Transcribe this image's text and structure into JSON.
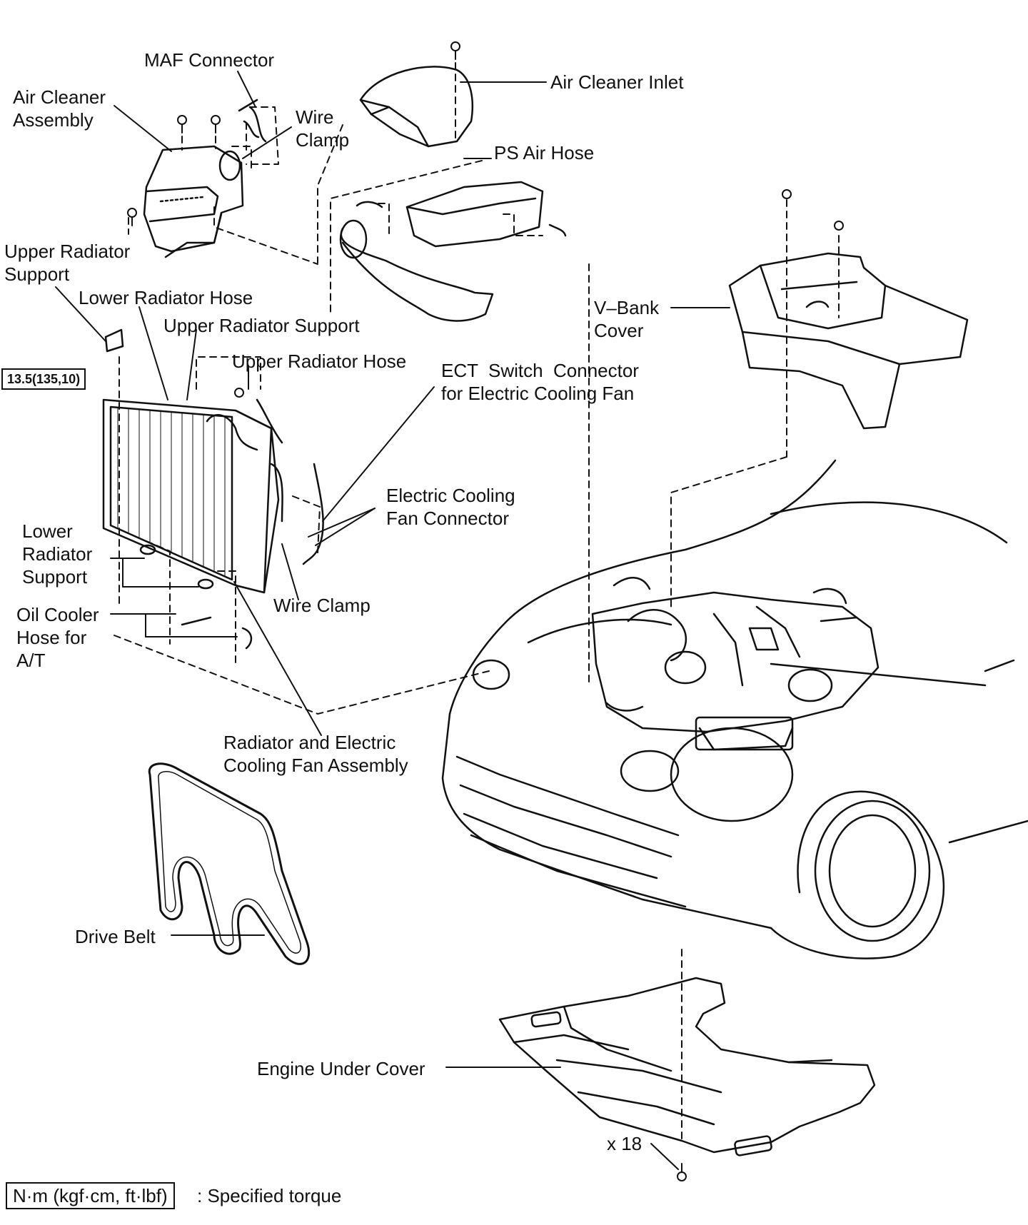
{
  "labels": {
    "maf_connector": "MAF Connector",
    "air_cleaner_assembly": "Air Cleaner\nAssembly",
    "wire_clamp_top": "Wire\nClamp",
    "air_cleaner_inlet": "Air Cleaner Inlet",
    "ps_air_hose": "PS Air Hose",
    "upper_radiator_support_left": "Upper Radiator\nSupport",
    "lower_radiator_hose": "Lower Radiator Hose",
    "upper_radiator_support_mid": "Upper Radiator Support",
    "upper_radiator_hose": "Upper Radiator Hose",
    "ect_switch_connector": "ECT  Switch  Connector\nfor Electric Cooling Fan",
    "v_bank_cover": "V–Bank\nCover",
    "electric_cooling_fan_connector": "Electric Cooling\nFan Connector",
    "lower_radiator_support": "Lower\nRadiator\nSupport",
    "wire_clamp_bottom": "Wire Clamp",
    "oil_cooler_hose": "Oil Cooler\nHose for\nA/T",
    "radiator_fan_assembly": "Radiator and Electric\nCooling Fan Assembly",
    "drive_belt": "Drive Belt",
    "engine_under_cover": "Engine Under Cover",
    "bolt_count": "x 18"
  },
  "torque_value": "13.5(135,10)",
  "legend": {
    "unit_box": "N·m (kgf·cm, ft·lbf)",
    "description": ": Specified torque"
  }
}
